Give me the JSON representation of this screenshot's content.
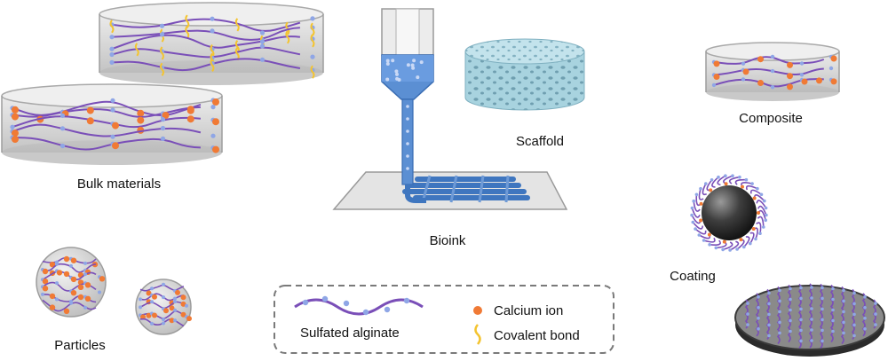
{
  "labels": {
    "bulk": "Bulk materials",
    "particles": "Particles",
    "scaffold": "Scaffold",
    "bioink": "Bioink",
    "composite": "Composite",
    "coating": "Coating"
  },
  "legend": {
    "alginate": "Sulfated alginate",
    "calcium": "Calcium ion",
    "covalent": "Covalent bond"
  },
  "colors": {
    "chain": "#7a4fb8",
    "bead": "#8fa6e6",
    "calcium": "#f07a35",
    "covalent": "#f4c430",
    "bioink": "#4c7fc8",
    "scaffold": "#a8d3df"
  }
}
